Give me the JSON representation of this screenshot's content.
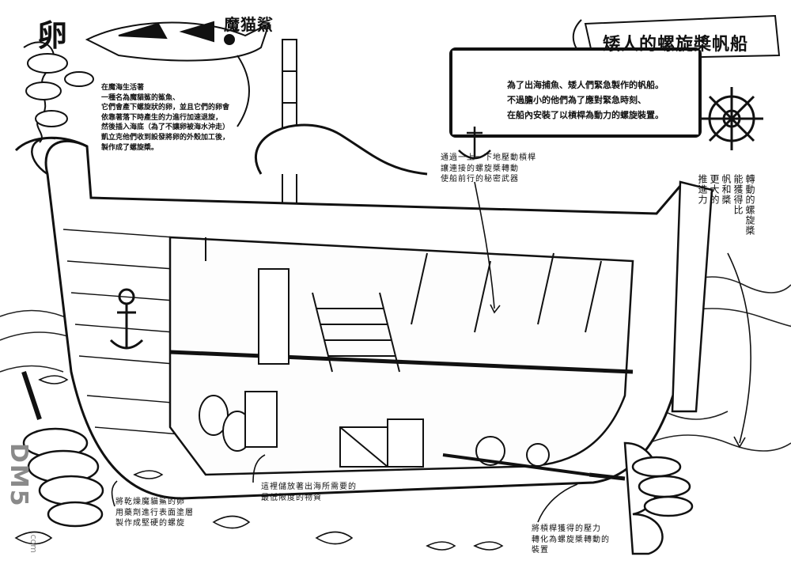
{
  "egg_title": "卵",
  "shark_title": "魔猫鯊",
  "shark_note": "在魔海生活著\n一種名為魔貓鯊的鯊魚、\n它們會產下螺旋狀的卵，並且它們的卵會\n依靠著落下時產生的力進行加速退旋，\n然後插入海底（為了不讓卵被海水沖走）\n凱立克他們收到設發將卵的外殼加工後，\n製作成了螺旋槳。",
  "main_title": "矮人的螺旋槳帆船",
  "ship_note": "為了出海捕魚、矮人們緊急製作的帆船。\n不過膽小的他們為了應對緊急時刻、\n在船內安裝了以槓桿為動力的螺旋裝置。",
  "lever_note": "通過一上一下地壓動槓桿\n讓連接的螺旋槳轉動\n使船前行的秘密武器",
  "prop_power_note": "轉動的螺旋槳\n能獲得比\n帆和槳\n更大的\n推進力",
  "storage_note": "這裡儲放著出海所需要的\n最低限度的物資",
  "screw_note": "將乾燥魔貓鯊的卵\n用藥劑進行表面塗層\n製作成堅硬的螺旋",
  "transfer_note": "將槓桿獲得的壓力\n轉化為螺旋槳轉動的\n裝置",
  "watermark": "DM5",
  "watermark_sub": ".com"
}
